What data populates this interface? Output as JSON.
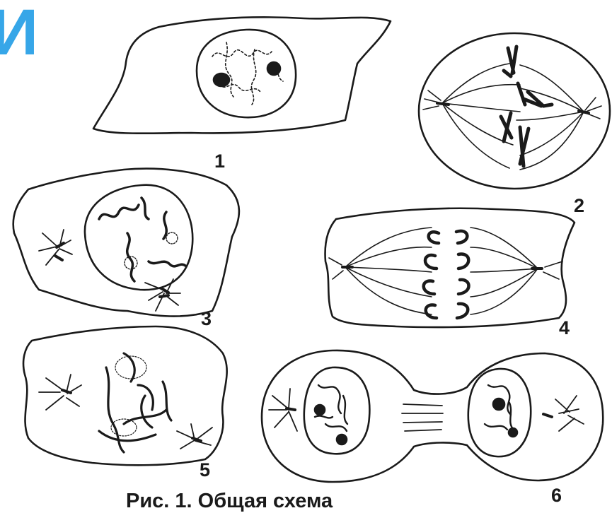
{
  "corner_letter": "И",
  "labels": {
    "n1": "1",
    "n2": "2",
    "n3": "3",
    "n4": "4",
    "n5": "5",
    "n6": "6"
  },
  "caption": "Рис. 1. Общая схема"
}
